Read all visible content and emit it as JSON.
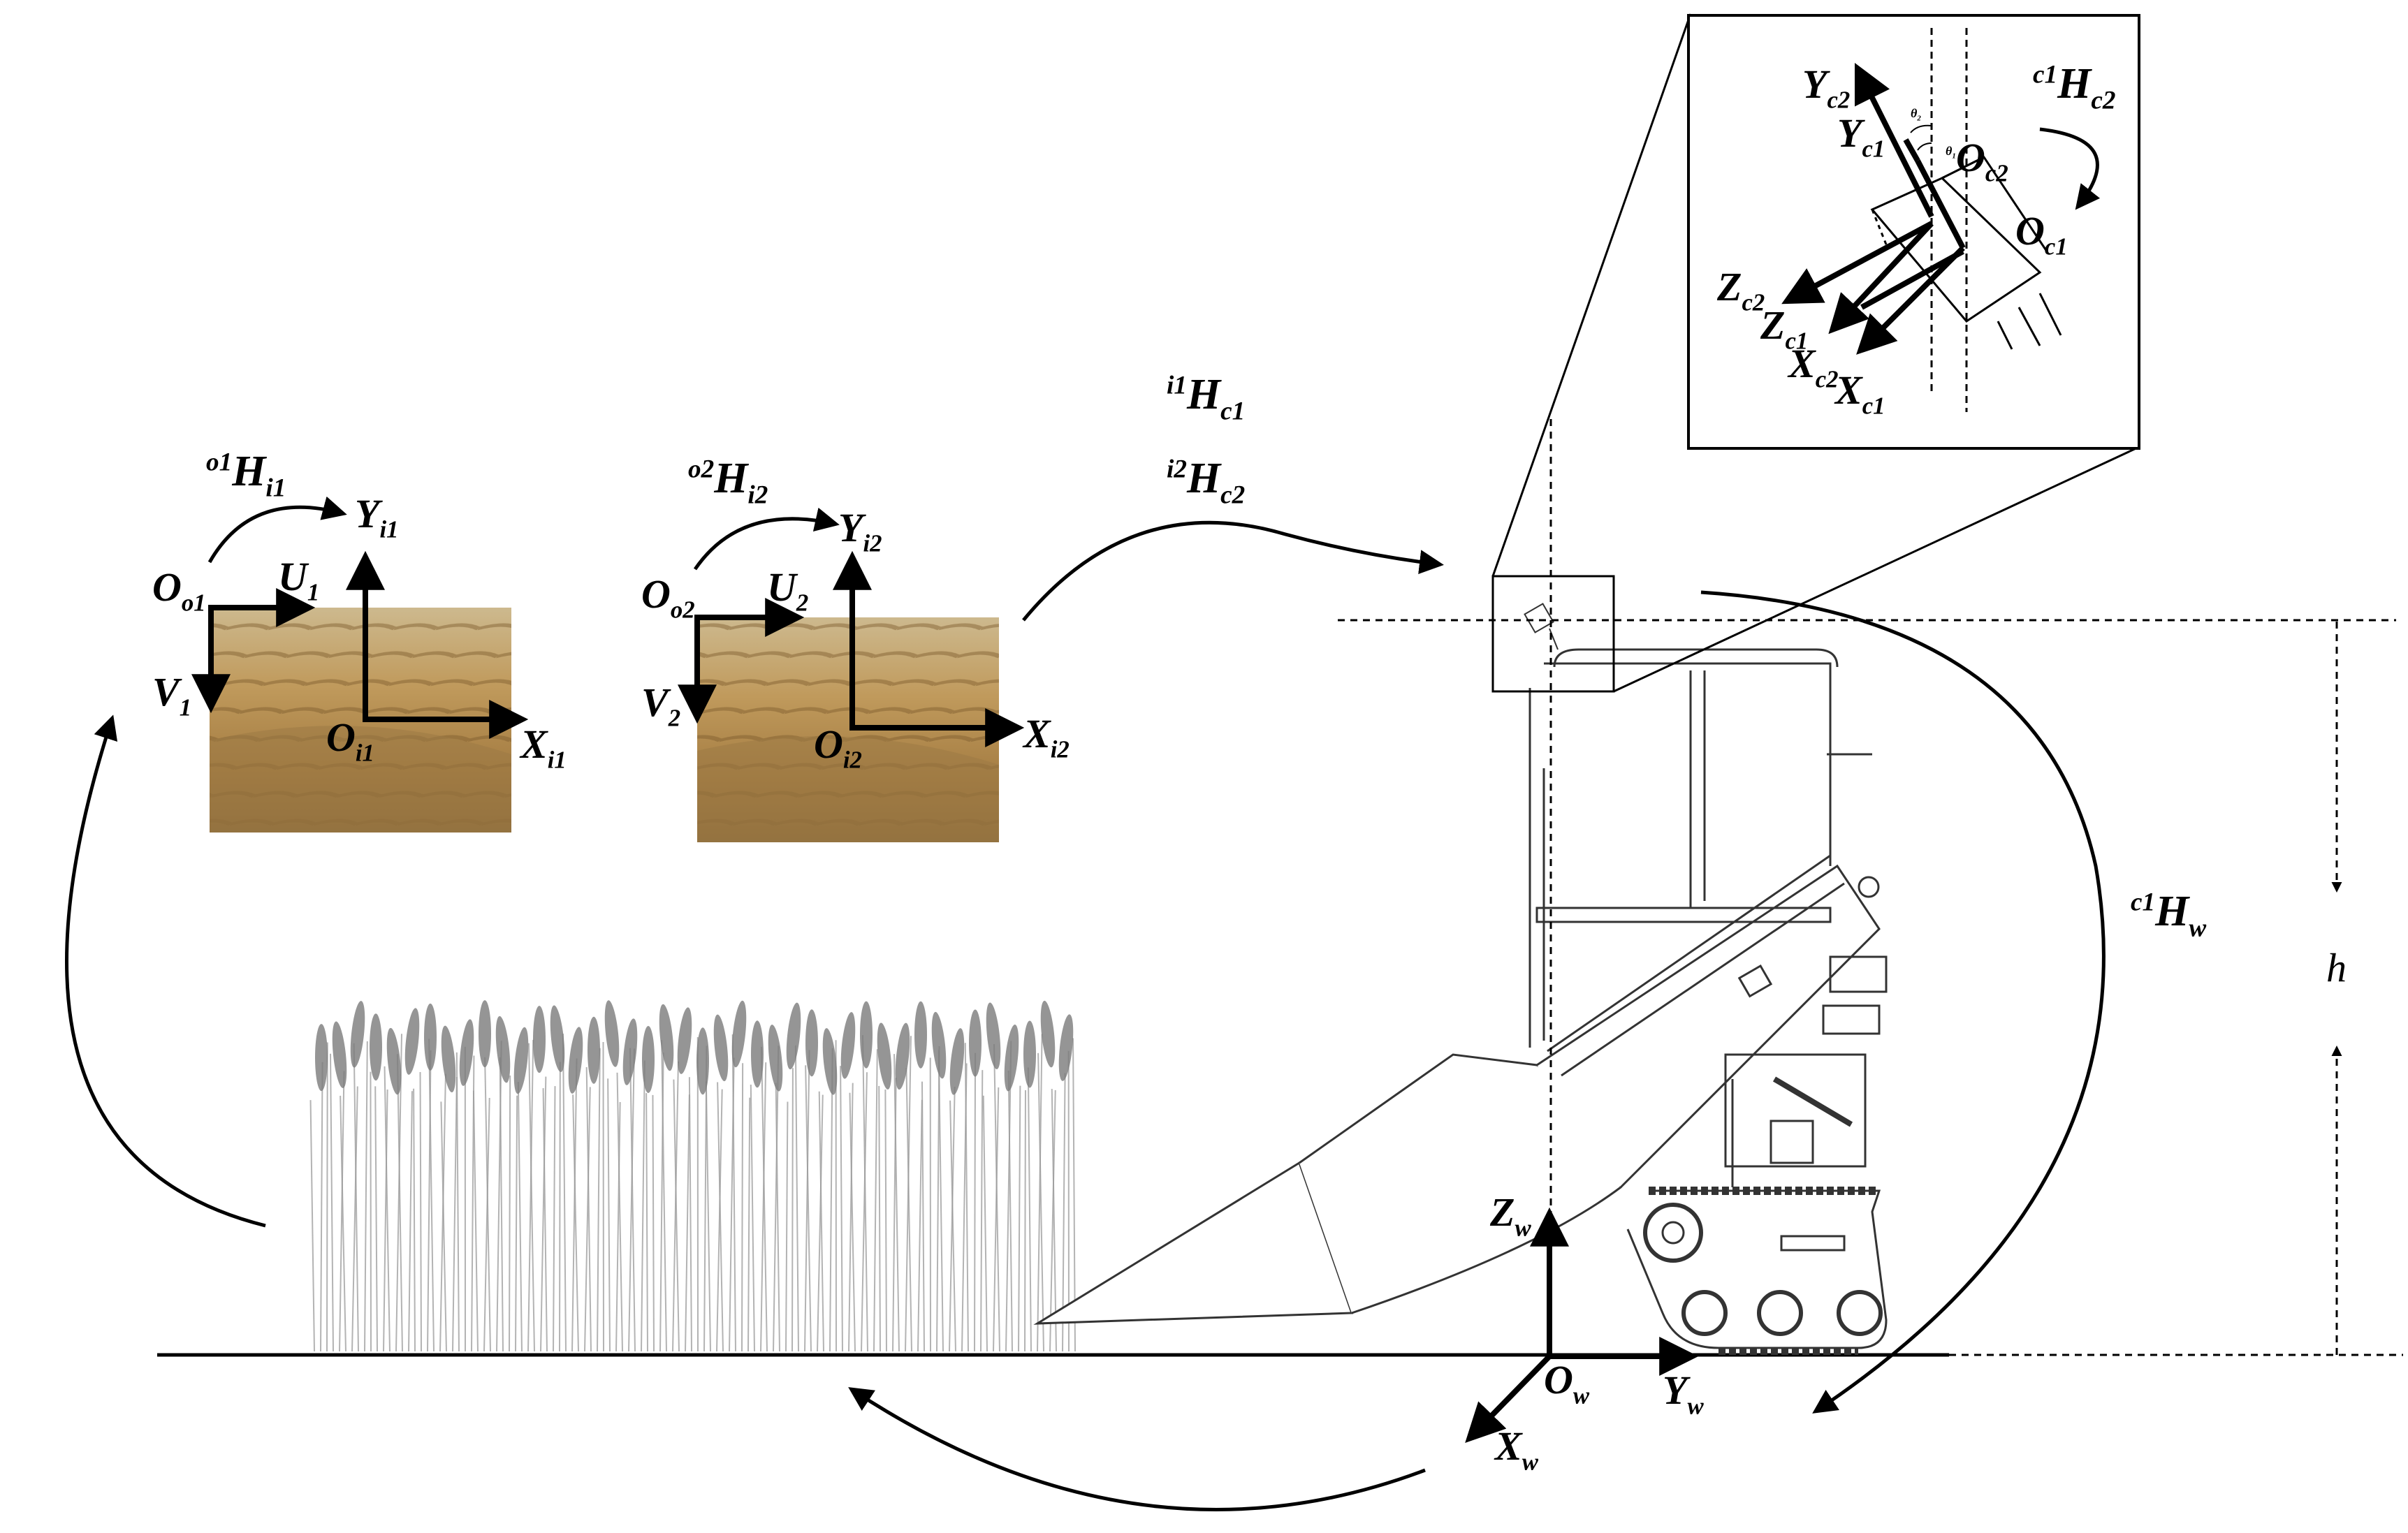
{
  "labels": {
    "o1_H_i1": {
      "sup": "o1",
      "base": "H",
      "sub": "i1"
    },
    "o2_H_i2": {
      "sup": "o2",
      "base": "H",
      "sub": "i2"
    },
    "i1_H_c1": {
      "sup": "i1",
      "base": "H",
      "sub": "c1"
    },
    "i2_H_c2": {
      "sup": "i2",
      "base": "H",
      "sub": "c2"
    },
    "c1_H_c2": {
      "sup": "c1",
      "base": "H",
      "sub": "c2"
    },
    "c1_H_w": {
      "sup": "c1",
      "base": "H",
      "sub": "w"
    },
    "O_o1": {
      "base": "O",
      "sub": "o1"
    },
    "O_o2": {
      "base": "O",
      "sub": "o2"
    },
    "U_1": {
      "base": "U",
      "sub": "1"
    },
    "U_2": {
      "base": "U",
      "sub": "2"
    },
    "V_1": {
      "base": "V",
      "sub": "1"
    },
    "V_2": {
      "base": "V",
      "sub": "2"
    },
    "Y_i1": {
      "base": "Y",
      "sub": "i1"
    },
    "Y_i2": {
      "base": "Y",
      "sub": "i2"
    },
    "X_i1": {
      "base": "X",
      "sub": "i1"
    },
    "X_i2": {
      "base": "X",
      "sub": "i2"
    },
    "O_i1": {
      "base": "O",
      "sub": "i1"
    },
    "O_i2": {
      "base": "O",
      "sub": "i2"
    },
    "Y_c2": {
      "base": "Y",
      "sub": "c2"
    },
    "Y_c1": {
      "base": "Y",
      "sub": "c1"
    },
    "O_c2": {
      "base": "O",
      "sub": "c2"
    },
    "O_c1": {
      "base": "O",
      "sub": "c1"
    },
    "Z_c2": {
      "base": "Z",
      "sub": "c2"
    },
    "Z_c1": {
      "base": "Z",
      "sub": "c1"
    },
    "X_c2": {
      "base": "X",
      "sub": "c2"
    },
    "X_c1": {
      "base": "X",
      "sub": "c1"
    },
    "theta_2": {
      "base": "θ",
      "sub": "2"
    },
    "theta_1": {
      "base": "θ",
      "sub": "1"
    },
    "Z_w": {
      "base": "Z",
      "sub": "w"
    },
    "O_w": {
      "base": "O",
      "sub": "w"
    },
    "Y_w": {
      "base": "Y",
      "sub": "w"
    },
    "X_w": {
      "base": "X",
      "sub": "w"
    },
    "h": {
      "base": "h"
    }
  },
  "colors": {
    "ink": "#000000",
    "field_sky": "#d8c9a6",
    "field_crop": "#b58a4e",
    "field_dark": "#7a5a2e",
    "wheat_gray": "#9a9a9a",
    "machine_line": "#333333"
  }
}
